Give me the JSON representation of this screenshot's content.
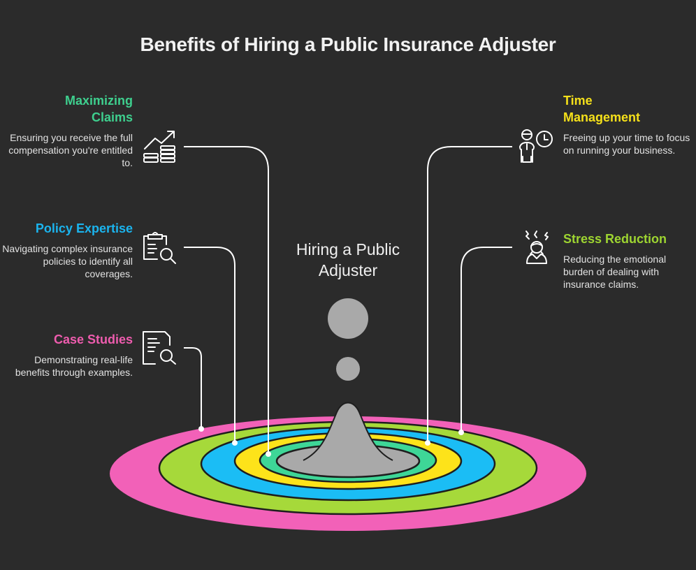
{
  "title": "Benefits of Hiring a Public Insurance Adjuster",
  "center": {
    "label": "Hiring a Public Adjuster"
  },
  "colors": {
    "background": "#2b2b2b",
    "pink": "#f261b8",
    "lime": "#a6d93a",
    "blue": "#1bbdf5",
    "yellow": "#fde31a",
    "teal": "#3ed697",
    "gray": "#a9a9a9"
  },
  "benefits": [
    {
      "id": "maximizing-claims",
      "heading": "Maximizing Claims",
      "description": "Ensuring you receive the full compensation you're entitled to.",
      "color": "#3ecf8e",
      "icon": "growth-coins-icon",
      "side": "left"
    },
    {
      "id": "policy-expertise",
      "heading": "Policy Expertise",
      "description": "Navigating complex insurance policies to identify all coverages.",
      "color": "#1bb4ee",
      "icon": "clipboard-search-icon",
      "side": "left"
    },
    {
      "id": "case-studies",
      "heading": "Case Studies",
      "description": "Demonstrating real-life benefits through examples.",
      "color": "#ee5cae",
      "icon": "document-search-icon",
      "side": "left"
    },
    {
      "id": "time-management",
      "heading": "Time Management",
      "description": "Freeing up your time to focus on running your business.",
      "color": "#f5e01a",
      "icon": "person-clock-icon",
      "side": "right"
    },
    {
      "id": "stress-reduction",
      "heading": "Stress Reduction",
      "description": "Reducing the emotional burden of dealing with insurance claims.",
      "color": "#9ed531",
      "icon": "stressed-person-icon",
      "side": "right"
    }
  ]
}
